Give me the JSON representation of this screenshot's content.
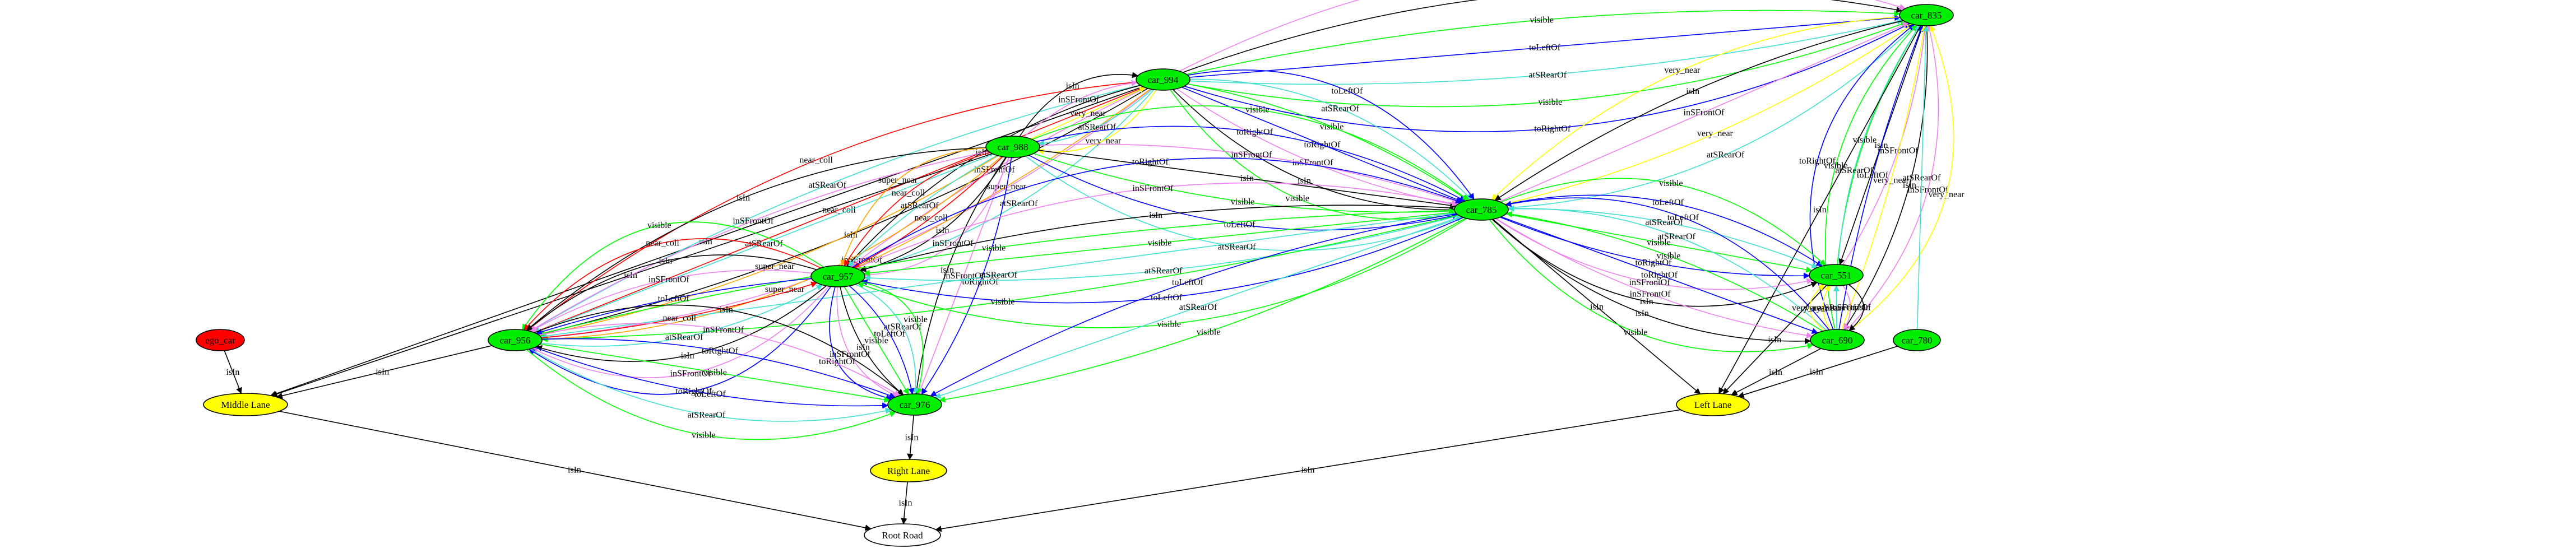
{
  "colors": {
    "isIn": "#000000",
    "inSFrontOf": "#ee82ee",
    "atSRearOf": "#40e0d0",
    "toRightOf": "#0000ff",
    "toLeftOf": "#0000ff",
    "visible": "#00ff00",
    "near_coll": "#ff0000",
    "super_near": "#ffa500",
    "very_near": "#ffff00",
    "node_car": "#00ee00",
    "node_ego": "#ff0000",
    "node_lane": "#ffff00",
    "node_road": "#ffffff"
  },
  "nodes": [
    {
      "id": "car_835",
      "label": "car_835",
      "kind": "car"
    },
    {
      "id": "car_994",
      "label": "car_994",
      "kind": "car"
    },
    {
      "id": "car_988",
      "label": "car_988",
      "kind": "car"
    },
    {
      "id": "car_785",
      "label": "car_785",
      "kind": "car"
    },
    {
      "id": "car_957",
      "label": "car_957",
      "kind": "car"
    },
    {
      "id": "car_551",
      "label": "car_551",
      "kind": "car"
    },
    {
      "id": "ego_car",
      "label": "ego_car",
      "kind": "ego"
    },
    {
      "id": "car_956",
      "label": "car_956",
      "kind": "car"
    },
    {
      "id": "car_690",
      "label": "car_690",
      "kind": "car"
    },
    {
      "id": "car_780",
      "label": "car_780",
      "kind": "car"
    },
    {
      "id": "car_976",
      "label": "car_976",
      "kind": "car"
    },
    {
      "id": "middle",
      "label": "Middle Lane",
      "kind": "lane"
    },
    {
      "id": "left",
      "label": "Left Lane",
      "kind": "lane"
    },
    {
      "id": "right",
      "label": "Right Lane",
      "kind": "lane"
    },
    {
      "id": "road",
      "label": "Root Road",
      "kind": "road"
    }
  ],
  "edges": [
    {
      "from": "car_994",
      "to": "car_835",
      "label": "toRightOf",
      "type": "toRightOf"
    },
    {
      "from": "car_994",
      "to": "car_835",
      "label": "visible",
      "type": "visible"
    },
    {
      "from": "car_994",
      "to": "car_835",
      "label": "atSRearOf",
      "type": "atSRearOf"
    },
    {
      "from": "car_994",
      "to": "car_835",
      "label": "toLeftOf",
      "type": "toLeftOf"
    },
    {
      "from": "car_994",
      "to": "car_835",
      "label": "visible",
      "type": "visible"
    },
    {
      "from": "car_994",
      "to": "car_835",
      "label": "isIn",
      "type": "isIn"
    },
    {
      "from": "car_994",
      "to": "car_835",
      "label": "inSFrontOf",
      "type": "inSFrontOf"
    },
    {
      "from": "car_835",
      "to": "car_785",
      "label": "very_near",
      "type": "very_near"
    },
    {
      "from": "car_835",
      "to": "car_785",
      "label": "isIn",
      "type": "isIn"
    },
    {
      "from": "car_785",
      "to": "car_835",
      "label": "inSFrontOf",
      "type": "inSFrontOf"
    },
    {
      "from": "car_785",
      "to": "car_835",
      "label": "very_near",
      "type": "very_near"
    },
    {
      "from": "car_785",
      "to": "car_835",
      "label": "atSRearOf",
      "type": "atSRearOf"
    },
    {
      "from": "car_551",
      "to": "car_835",
      "label": "visible",
      "type": "visible"
    },
    {
      "from": "car_835",
      "to": "car_551",
      "label": "isIn",
      "type": "isIn"
    },
    {
      "from": "car_551",
      "to": "car_835",
      "label": "inSFrontOf",
      "type": "inSFrontOf"
    },
    {
      "from": "car_690",
      "to": "car_835",
      "label": "toRightOf",
      "type": "toRightOf"
    },
    {
      "from": "car_690",
      "to": "car_835",
      "label": "visible",
      "type": "visible"
    },
    {
      "from": "car_690",
      "to": "car_835",
      "label": "atSRearOf",
      "type": "atSRearOf"
    },
    {
      "from": "car_690",
      "to": "car_835",
      "label": "toLeftOf",
      "type": "toLeftOf"
    },
    {
      "from": "car_690",
      "to": "car_835",
      "label": "very_near",
      "type": "very_near"
    },
    {
      "from": "car_835",
      "to": "car_690",
      "label": "isIn",
      "type": "isIn"
    },
    {
      "from": "car_690",
      "to": "car_835",
      "label": "inSFrontOf",
      "type": "inSFrontOf"
    },
    {
      "from": "car_690",
      "to": "car_835",
      "label": "very_near",
      "type": "very_near"
    },
    {
      "from": "car_780",
      "to": "car_835",
      "label": "atSRearOf",
      "type": "atSRearOf"
    },
    {
      "from": "car_835",
      "to": "left",
      "label": "isIn",
      "type": "isIn"
    },
    {
      "from": "car_994",
      "to": "middle",
      "label": "isIn",
      "type": "isIn"
    },
    {
      "from": "car_994",
      "to": "car_956",
      "label": "near_coll",
      "type": "near_coll"
    },
    {
      "from": "car_994",
      "to": "car_956",
      "label": "atSRearOf",
      "type": "atSRearOf"
    },
    {
      "from": "car_994",
      "to": "car_956",
      "label": "near_coll",
      "type": "near_coll"
    },
    {
      "from": "car_994",
      "to": "car_956",
      "label": "isIn",
      "type": "isIn"
    },
    {
      "from": "car_994",
      "to": "car_956",
      "label": "inSFrontOf",
      "type": "inSFrontOf"
    },
    {
      "from": "car_994",
      "to": "car_957",
      "label": "isIn",
      "type": "isIn"
    },
    {
      "from": "car_994",
      "to": "car_957",
      "label": "inSFrontOf",
      "type": "inSFrontOf"
    },
    {
      "from": "car_994",
      "to": "car_957",
      "label": "super_near",
      "type": "super_near"
    },
    {
      "from": "car_994",
      "to": "car_957",
      "label": "atSRearOf",
      "type": "atSRearOf"
    },
    {
      "from": "car_988",
      "to": "car_994",
      "label": "isIn",
      "type": "isIn"
    },
    {
      "from": "car_988",
      "to": "car_994",
      "label": "inSFrontOf",
      "type": "inSFrontOf"
    },
    {
      "from": "car_988",
      "to": "car_994",
      "label": "very_near",
      "type": "very_near"
    },
    {
      "from": "car_994",
      "to": "car_988",
      "label": "atSRearOf",
      "type": "atSRearOf"
    },
    {
      "from": "car_994",
      "to": "car_988",
      "label": "very_near",
      "type": "very_near"
    },
    {
      "from": "car_994",
      "to": "car_785",
      "label": "visible",
      "type": "visible"
    },
    {
      "from": "car_994",
      "to": "car_785",
      "label": "isIn",
      "type": "isIn"
    },
    {
      "from": "car_994",
      "to": "car_785",
      "label": "inSFrontOf",
      "type": "inSFrontOf"
    },
    {
      "from": "car_994",
      "to": "car_785",
      "label": "toRightOf",
      "type": "toRightOf"
    },
    {
      "from": "car_994",
      "to": "car_785",
      "label": "visible",
      "type": "visible"
    },
    {
      "from": "car_994",
      "to": "car_785",
      "label": "atSRearOf",
      "type": "atSRearOf"
    },
    {
      "from": "car_994",
      "to": "car_785",
      "label": "toLeftOf",
      "type": "toLeftOf"
    },
    {
      "from": "car_988",
      "to": "middle",
      "label": "isIn",
      "type": "isIn"
    },
    {
      "from": "car_988",
      "to": "car_956",
      "label": "isIn",
      "type": "isIn"
    },
    {
      "from": "car_988",
      "to": "car_956",
      "label": "inSFrontOf",
      "type": "inSFrontOf"
    },
    {
      "from": "car_988",
      "to": "car_956",
      "label": "atSRearOf",
      "type": "atSRearOf"
    },
    {
      "from": "car_988",
      "to": "car_956",
      "label": "super_near",
      "type": "super_near"
    },
    {
      "from": "car_988",
      "to": "car_956",
      "label": "super_near",
      "type": "super_near"
    },
    {
      "from": "car_988",
      "to": "car_957",
      "label": "super_near",
      "type": "super_near"
    },
    {
      "from": "car_988",
      "to": "car_957",
      "label": "near_coll",
      "type": "near_coll"
    },
    {
      "from": "car_988",
      "to": "car_957",
      "label": "atSRearOf",
      "type": "atSRearOf"
    },
    {
      "from": "car_988",
      "to": "car_957",
      "label": "near_coll",
      "type": "near_coll"
    },
    {
      "from": "car_988",
      "to": "car_957",
      "label": "isIn",
      "type": "isIn"
    },
    {
      "from": "car_988",
      "to": "car_957",
      "label": "inSFrontOf",
      "type": "inSFrontOf"
    },
    {
      "from": "car_988",
      "to": "car_785",
      "label": "atSRearOf",
      "type": "atSRearOf"
    },
    {
      "from": "car_988",
      "to": "car_785",
      "label": "toLeftOf",
      "type": "toLeftOf"
    },
    {
      "from": "car_988",
      "to": "car_785",
      "label": "visible",
      "type": "visible"
    },
    {
      "from": "car_988",
      "to": "car_785",
      "label": "isIn",
      "type": "isIn"
    },
    {
      "from": "car_988",
      "to": "car_785",
      "label": "inSFrontOf",
      "type": "inSFrontOf"
    },
    {
      "from": "car_988",
      "to": "car_785",
      "label": "toRightOf",
      "type": "toRightOf"
    },
    {
      "from": "car_988",
      "to": "car_785",
      "label": "visible",
      "type": "visible"
    },
    {
      "from": "car_988",
      "to": "car_976",
      "label": "isIn",
      "type": "isIn"
    },
    {
      "from": "car_988",
      "to": "car_976",
      "label": "inSFrontOf",
      "type": "inSFrontOf"
    },
    {
      "from": "car_988",
      "to": "car_976",
      "label": "toRightOf",
      "type": "toRightOf"
    },
    {
      "from": "car_785",
      "to": "car_957",
      "label": "visible",
      "type": "visible"
    },
    {
      "from": "car_785",
      "to": "car_957",
      "label": "toLeftOf",
      "type": "toLeftOf"
    },
    {
      "from": "car_785",
      "to": "car_957",
      "label": "atSRearOf",
      "type": "atSRearOf"
    },
    {
      "from": "car_785",
      "to": "car_957",
      "label": "visible",
      "type": "visible"
    },
    {
      "from": "car_785",
      "to": "car_957",
      "label": "isIn",
      "type": "isIn"
    },
    {
      "from": "car_785",
      "to": "car_956",
      "label": "visible",
      "type": "visible"
    },
    {
      "from": "car_785",
      "to": "car_956",
      "label": "atSRearOf",
      "type": "atSRearOf"
    },
    {
      "from": "car_785",
      "to": "car_956",
      "label": "visible",
      "type": "visible"
    },
    {
      "from": "car_785",
      "to": "car_976",
      "label": "visible",
      "type": "visible"
    },
    {
      "from": "car_785",
      "to": "car_976",
      "label": "atSRearOf",
      "type": "atSRearOf"
    },
    {
      "from": "car_785",
      "to": "car_976",
      "label": "toLeftOf",
      "type": "toLeftOf"
    },
    {
      "from": "car_785",
      "to": "car_551",
      "label": "isIn",
      "type": "isIn"
    },
    {
      "from": "car_785",
      "to": "car_551",
      "label": "inSFrontOf",
      "type": "inSFrontOf"
    },
    {
      "from": "car_785",
      "to": "car_551",
      "label": "toRightOf",
      "type": "toRightOf"
    },
    {
      "from": "car_785",
      "to": "car_551",
      "label": "visible",
      "type": "visible"
    },
    {
      "from": "car_785",
      "to": "car_551",
      "label": "atSRearOf",
      "type": "atSRearOf"
    },
    {
      "from": "car_785",
      "to": "car_551",
      "label": "toLeftOf",
      "type": "toLeftOf"
    },
    {
      "from": "car_785",
      "to": "car_551",
      "label": "visible",
      "type": "visible"
    },
    {
      "from": "car_785",
      "to": "left",
      "label": "isIn",
      "type": "isIn"
    },
    {
      "from": "car_785",
      "to": "car_690",
      "label": "visible",
      "type": "visible"
    },
    {
      "from": "car_785",
      "to": "car_690",
      "label": "isIn",
      "type": "isIn"
    },
    {
      "from": "car_785",
      "to": "car_690",
      "label": "inSFrontOf",
      "type": "inSFrontOf"
    },
    {
      "from": "car_785",
      "to": "car_690",
      "label": "toRightOf",
      "type": "toRightOf"
    },
    {
      "from": "car_690",
      "to": "car_785",
      "label": "visible",
      "type": "visible"
    },
    {
      "from": "car_690",
      "to": "car_785",
      "label": "atSRearOf",
      "type": "atSRearOf"
    },
    {
      "from": "car_690",
      "to": "car_785",
      "label": "toLeftOf",
      "type": "toLeftOf"
    },
    {
      "from": "car_957",
      "to": "car_956",
      "label": "visible",
      "type": "visible"
    },
    {
      "from": "car_957",
      "to": "car_956",
      "label": "near_coll",
      "type": "near_coll"
    },
    {
      "from": "car_957",
      "to": "car_956",
      "label": "isIn",
      "type": "isIn"
    },
    {
      "from": "car_957",
      "to": "car_956",
      "label": "inSFrontOf",
      "type": "inSFrontOf"
    },
    {
      "from": "car_957",
      "to": "car_956",
      "label": "toLeftOf",
      "type": "toLeftOf"
    },
    {
      "from": "car_956",
      "to": "car_957",
      "label": "near_coll",
      "type": "near_coll"
    },
    {
      "from": "car_956",
      "to": "car_957",
      "label": "atSRearOf",
      "type": "atSRearOf"
    },
    {
      "from": "car_957",
      "to": "car_956",
      "label": "isIn",
      "type": "isIn"
    },
    {
      "from": "car_957",
      "to": "car_956",
      "label": "inSFrontOf",
      "type": "inSFrontOf"
    },
    {
      "from": "car_957",
      "to": "car_956",
      "label": "toRightOf",
      "type": "toRightOf"
    },
    {
      "from": "car_957",
      "to": "car_976",
      "label": "visible",
      "type": "visible"
    },
    {
      "from": "car_957",
      "to": "car_976",
      "label": "atSRearOf",
      "type": "atSRearOf"
    },
    {
      "from": "car_957",
      "to": "car_976",
      "label": "toLeftOf",
      "type": "toLeftOf"
    },
    {
      "from": "car_957",
      "to": "car_976",
      "label": "visible",
      "type": "visible"
    },
    {
      "from": "car_957",
      "to": "car_976",
      "label": "isIn",
      "type": "isIn"
    },
    {
      "from": "car_957",
      "to": "car_976",
      "label": "inSFrontOf",
      "type": "inSFrontOf"
    },
    {
      "from": "car_957",
      "to": "car_976",
      "label": "toRightOf",
      "type": "toRightOf"
    },
    {
      "from": "car_957",
      "to": "car_785",
      "label": "inSFrontOf",
      "type": "inSFrontOf"
    },
    {
      "from": "car_957",
      "to": "car_785",
      "label": "toRightOf",
      "type": "toRightOf"
    },
    {
      "from": "ego_car",
      "to": "middle",
      "label": "isIn",
      "type": "isIn"
    },
    {
      "from": "car_956",
      "to": "middle",
      "label": "isIn",
      "type": "isIn"
    },
    {
      "from": "car_956",
      "to": "car_976",
      "label": "isIn",
      "type": "isIn"
    },
    {
      "from": "car_956",
      "to": "car_976",
      "label": "inSFrontOf",
      "type": "inSFrontOf"
    },
    {
      "from": "car_956",
      "to": "car_976",
      "label": "toRightOf",
      "type": "toRightOf"
    },
    {
      "from": "car_956",
      "to": "car_976",
      "label": "visible",
      "type": "visible"
    },
    {
      "from": "car_956",
      "to": "car_976",
      "label": "toLeftOf",
      "type": "toLeftOf"
    },
    {
      "from": "car_956",
      "to": "car_976",
      "label": "atSRearOf",
      "type": "atSRearOf"
    },
    {
      "from": "car_956",
      "to": "car_976",
      "label": "visible",
      "type": "visible"
    },
    {
      "from": "car_551",
      "to": "left",
      "label": "isIn",
      "type": "isIn"
    },
    {
      "from": "car_551",
      "to": "car_690",
      "label": "isIn",
      "type": "isIn"
    },
    {
      "from": "car_551",
      "to": "car_690",
      "label": "inSFrontOf",
      "type": "inSFrontOf"
    },
    {
      "from": "car_690",
      "to": "car_551",
      "label": "atSRearOf",
      "type": "atSRearOf"
    },
    {
      "from": "car_690",
      "to": "car_551",
      "label": "very_near",
      "type": "very_near"
    },
    {
      "from": "car_690",
      "to": "car_551",
      "label": "very_near",
      "type": "very_near"
    },
    {
      "from": "car_690",
      "to": "left",
      "label": "isIn",
      "type": "isIn"
    },
    {
      "from": "car_780",
      "to": "left",
      "label": "isIn",
      "type": "isIn"
    },
    {
      "from": "car_976",
      "to": "right",
      "label": "isIn",
      "type": "isIn"
    },
    {
      "from": "middle",
      "to": "road",
      "label": "isIn",
      "type": "isIn"
    },
    {
      "from": "left",
      "to": "road",
      "label": "isIn",
      "type": "isIn"
    },
    {
      "from": "right",
      "to": "road",
      "label": "isIn",
      "type": "isIn"
    }
  ]
}
